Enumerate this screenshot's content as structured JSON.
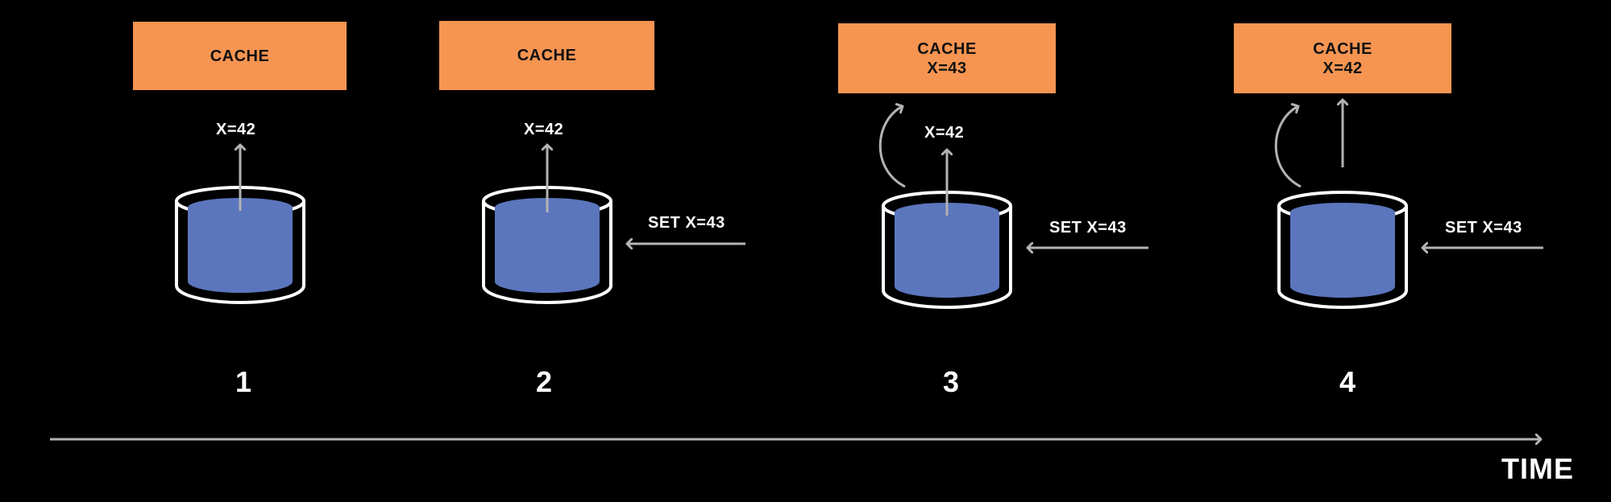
{
  "colors": {
    "background": "#000000",
    "cache": "#f69552",
    "db_fill": "#5b76bd",
    "db_outline": "#ffffff",
    "arrow": "#b3b3b3"
  },
  "steps": [
    {
      "number": "1",
      "cache_title": "CACHE",
      "cache_value": "",
      "read_label": "X=42",
      "write_label": ""
    },
    {
      "number": "2",
      "cache_title": "CACHE",
      "cache_value": "",
      "read_label": "X=42",
      "write_label": "SET X=43"
    },
    {
      "number": "3",
      "cache_title": "CACHE",
      "cache_value": "X=43",
      "read_label": "X=42",
      "write_label": "SET X=43"
    },
    {
      "number": "4",
      "cache_title": "CACHE",
      "cache_value": "X=42",
      "read_label": "",
      "write_label": "SET X=43"
    }
  ],
  "timeline": {
    "label": "TIME"
  }
}
